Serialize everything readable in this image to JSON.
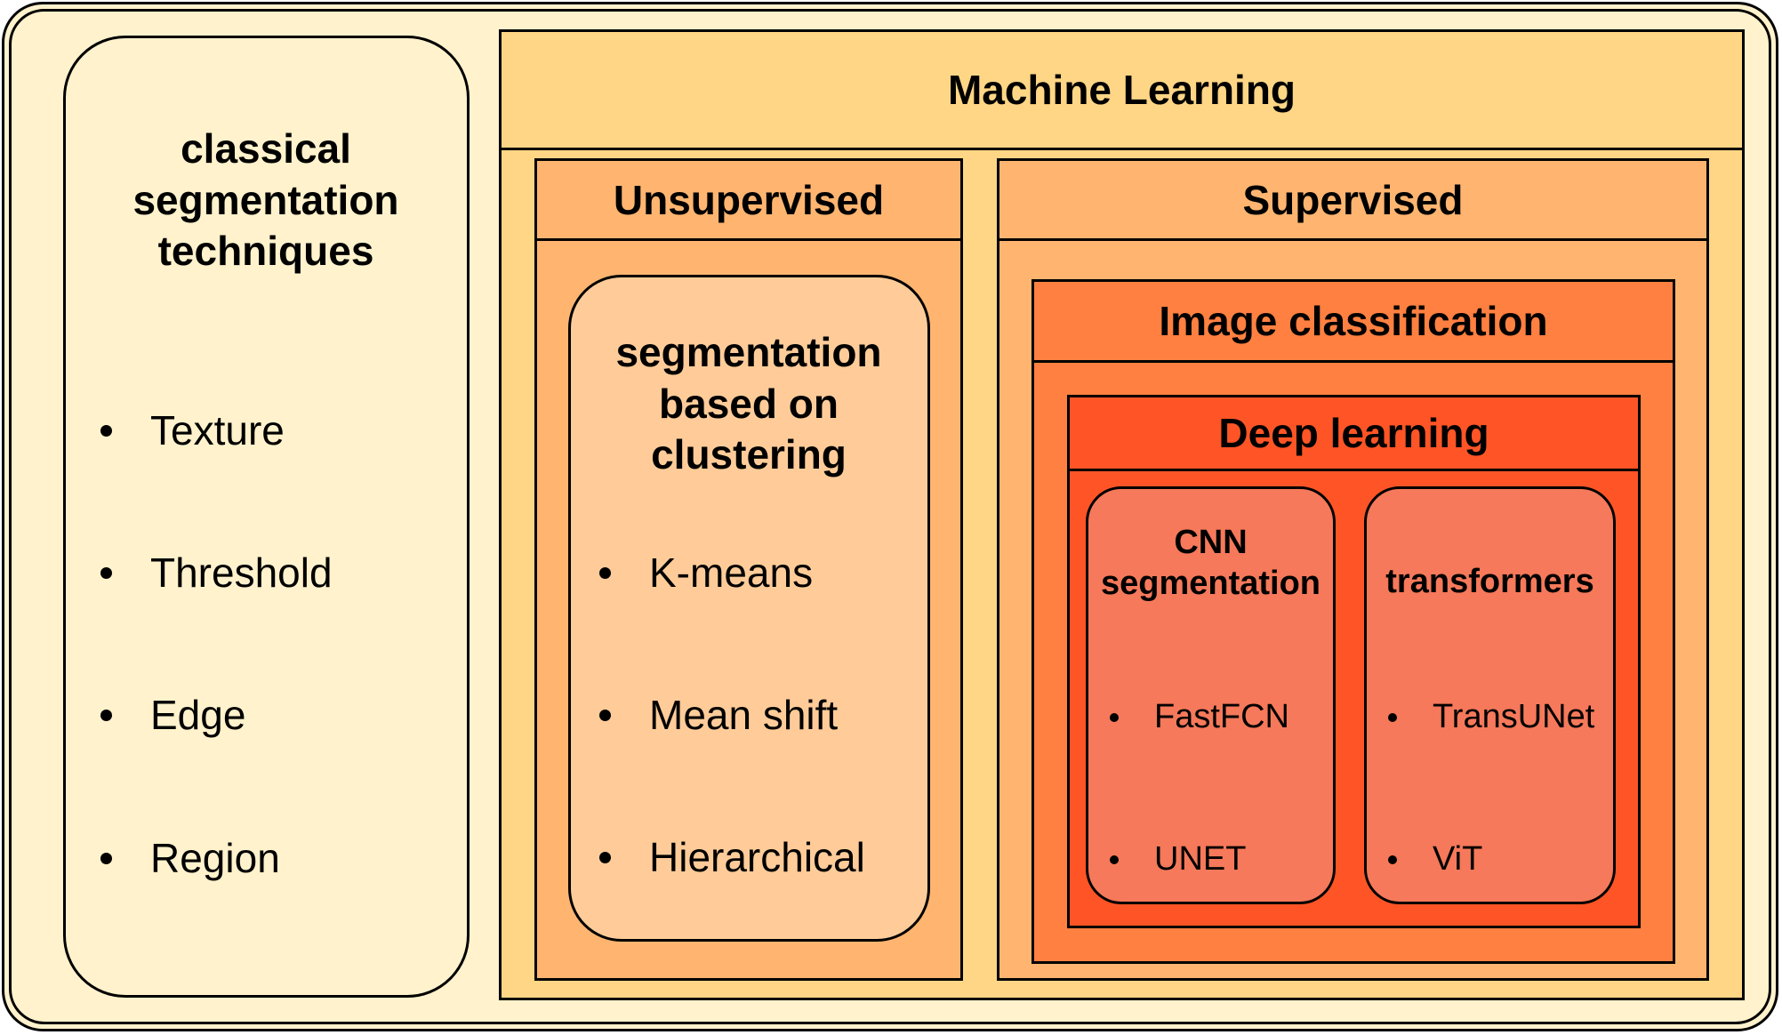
{
  "classical": {
    "title": "classical segmentation techniques",
    "items": [
      "Texture",
      "Threshold",
      "Edge",
      "Region"
    ]
  },
  "machine_learning": {
    "title": "Machine Learning",
    "unsupervised": {
      "title": "Unsupervised",
      "clustering": {
        "title": "segmentation based on clustering",
        "items": [
          "K-means",
          "Mean shift",
          "Hierarchical"
        ]
      }
    },
    "supervised": {
      "title": "Supervised",
      "image_classification": {
        "title": "Image classification",
        "deep_learning": {
          "title": "Deep learning",
          "cnn": {
            "title": "CNN segmentation",
            "items": [
              "FastFCN",
              "UNET"
            ]
          },
          "transformers": {
            "title": "transformers",
            "items": [
              "TransUNet",
              "ViT"
            ]
          }
        }
      }
    }
  },
  "colors": {
    "background": "#fff2cc",
    "machine_learning": "#ffd685",
    "learning_type": "#ffb570",
    "clustering": "#ffcc99",
    "image_classification": "#ff8040",
    "deep_learning": "#ff5526",
    "model_family": "#f5795a"
  }
}
